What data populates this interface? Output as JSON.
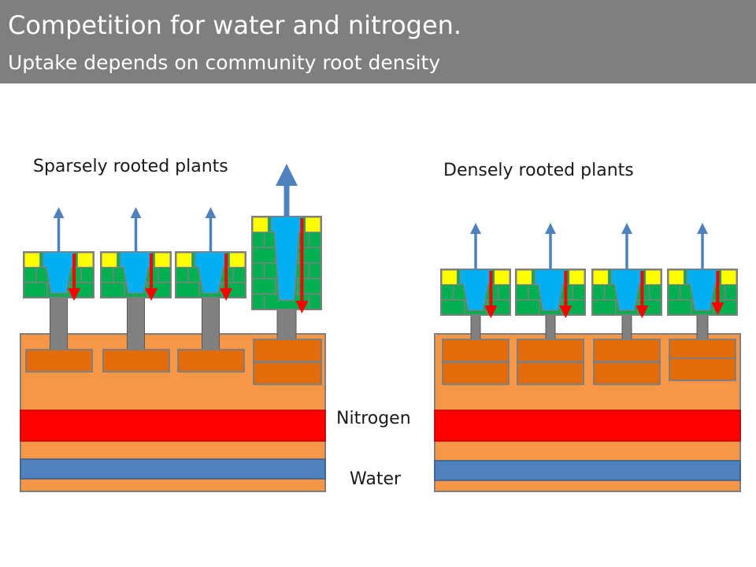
{
  "header": {
    "title": "Competition for water and nitrogen.",
    "subtitle": "Uptake depends on community root density"
  },
  "panels": {
    "sparse_label": "Sparsely rooted plants",
    "dense_label": "Densely rooted plants"
  },
  "layers": {
    "nitrogen_label": "Nitrogen",
    "water_label": "Water"
  },
  "colors": {
    "header_bg": "#7f7f7f",
    "soil": "#f79646",
    "root": "#e36c09",
    "nitrogen": "#ff0000",
    "water": "#4f81bd",
    "stem": "#808080",
    "leaf_green": "#00b050",
    "leaf_yellow": "#ffff00",
    "canopy_blue": "#00b0f0",
    "flux_arrow_blue": "#4f81bd",
    "flux_arrow_red": "#ff0000"
  }
}
